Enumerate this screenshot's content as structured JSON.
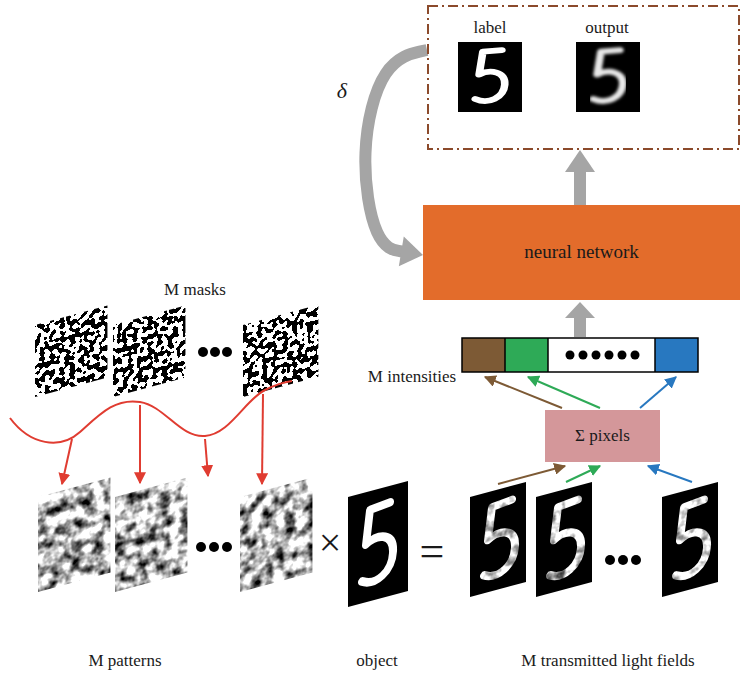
{
  "diagram": {
    "nodes": [
      {
        "text": [
          "label",
          "output"
        ]
      },
      {
        "text": [
          "neural network"
        ]
      },
      {
        "text": [
          "Σ pixels"
        ]
      }
    ],
    "edges": [
      {
        "from": 1,
        "to": 0,
        "arrow": "to"
      },
      {
        "from": 0,
        "to": 1,
        "label": "δ",
        "arrow": "to"
      }
    ],
    "labels": [
      "M masks",
      "M intensities",
      "M patterns",
      "object",
      "M transmitted light fields",
      "×",
      "="
    ]
  }
}
